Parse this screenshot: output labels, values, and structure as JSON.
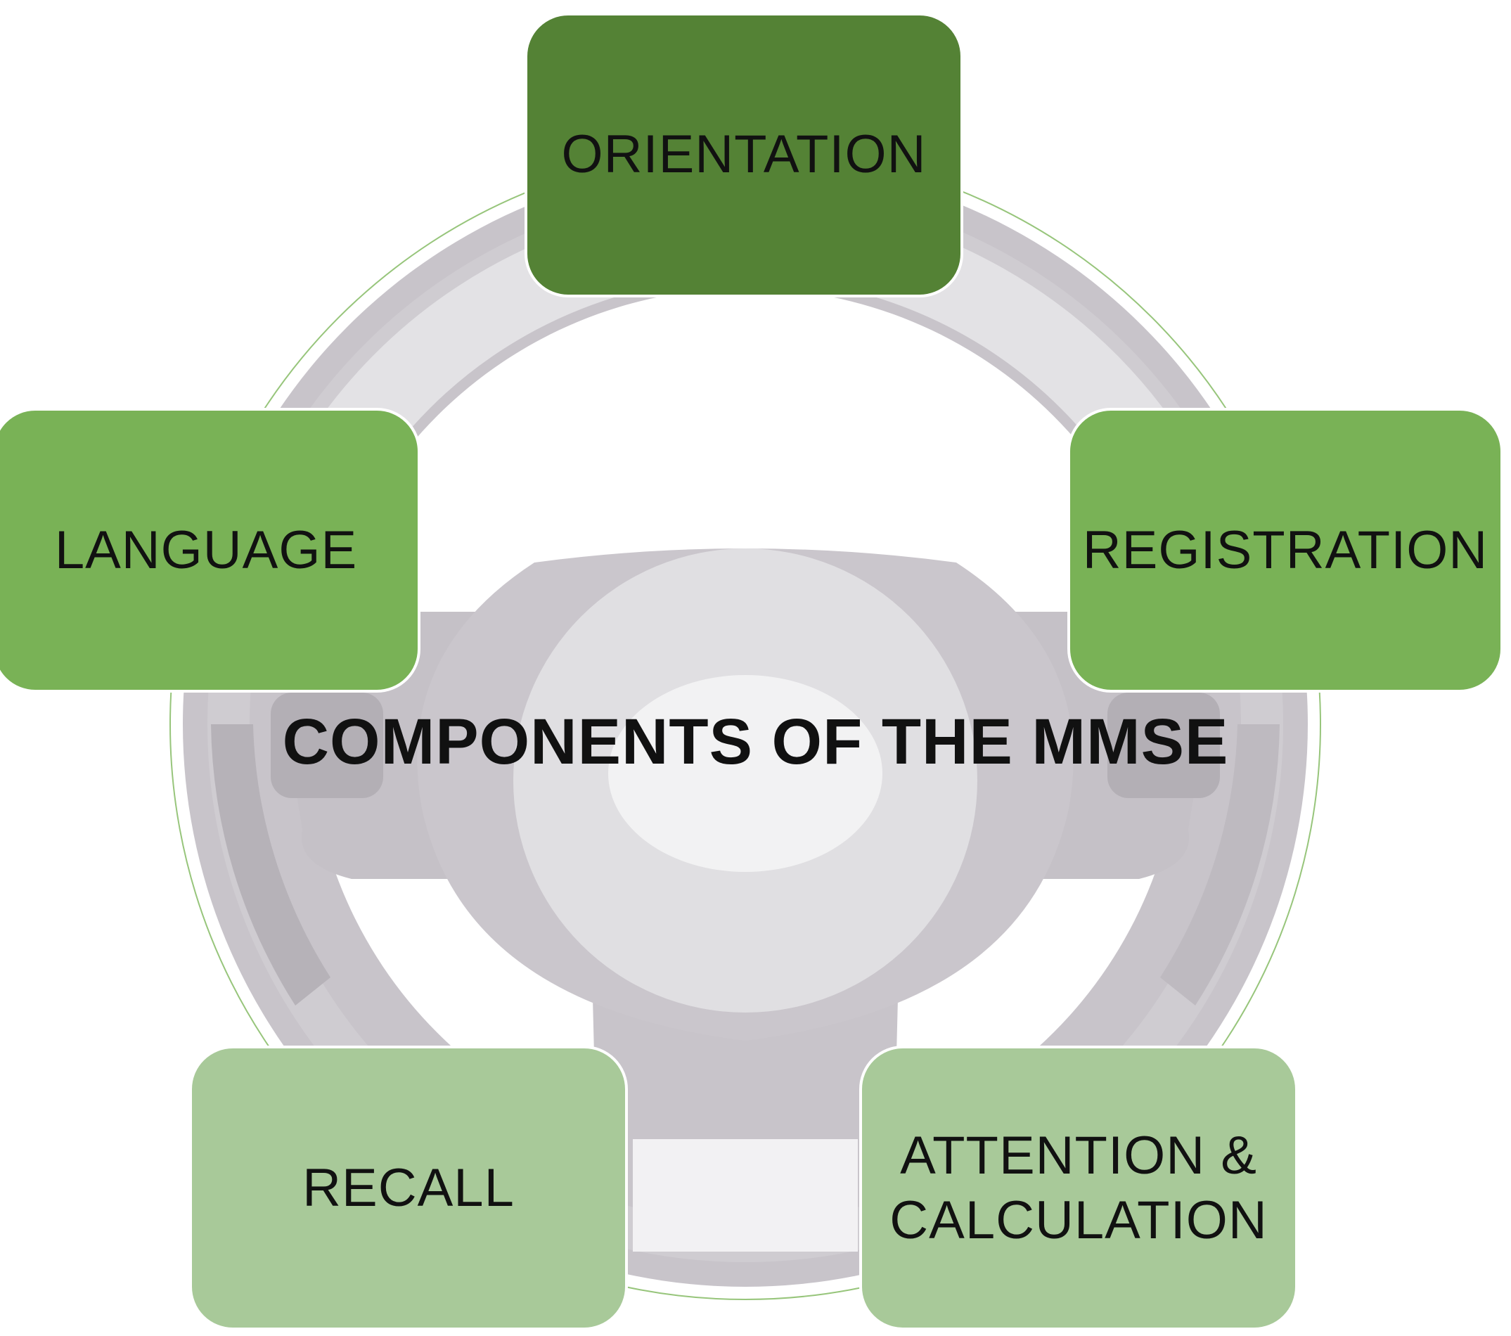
{
  "diagram": {
    "title": "COMPONENTS OF THE MMSE",
    "components": [
      {
        "id": "orientation",
        "label": "ORIENTATION",
        "color": "#548235"
      },
      {
        "id": "registration",
        "label": "REGISTRATION",
        "color": "#79B256"
      },
      {
        "id": "language",
        "label": "LANGUAGE",
        "color": "#79B256"
      },
      {
        "id": "recall",
        "label": "RECALL",
        "color": "#A8C999"
      },
      {
        "id": "attention",
        "label_line1": "ATTENTION &",
        "label_line2": "CALCULATION",
        "color": "#A8C999"
      }
    ]
  },
  "colors": {
    "wheel_rim": "#C8C4CA",
    "wheel_dark": "#AFABB1",
    "wheel_light": "#E0DFE2",
    "hub_highlight": "#F2F2F3",
    "accent_line": "#7DB65A"
  }
}
